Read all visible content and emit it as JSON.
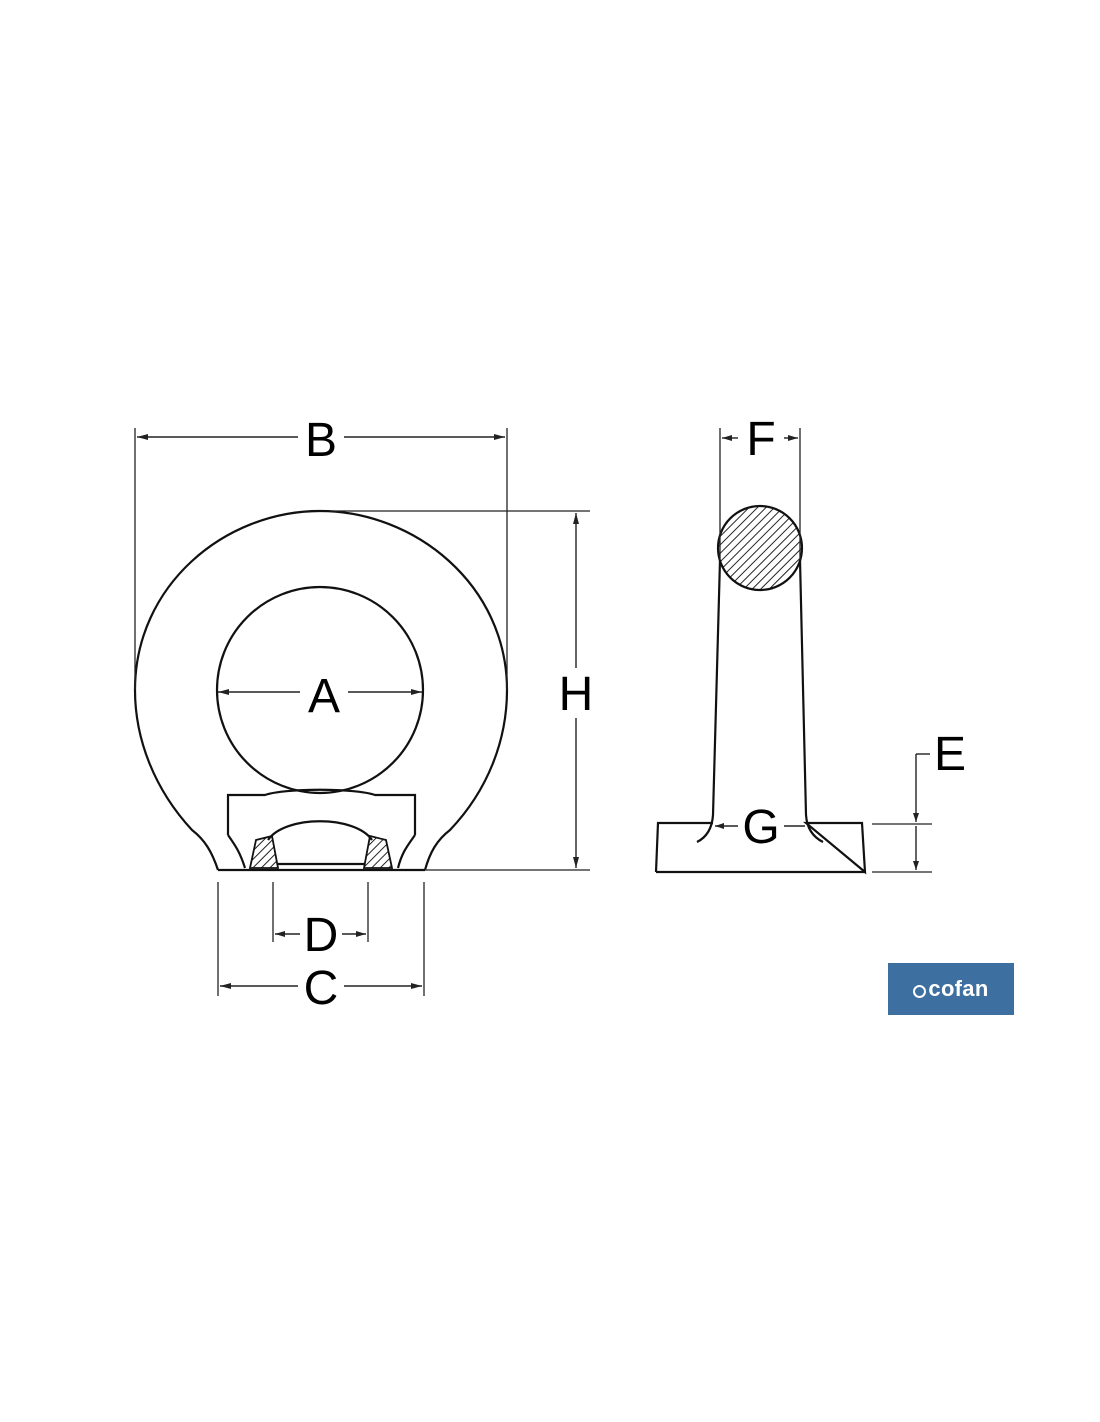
{
  "labels": {
    "A": "A",
    "B": "B",
    "C": "C",
    "D": "D",
    "E": "E",
    "F": "F",
    "G": "G",
    "H": "H"
  },
  "logo": {
    "text": "cofan",
    "background": "#3d6fa0",
    "icon": "magnifier-dot-icon"
  }
}
